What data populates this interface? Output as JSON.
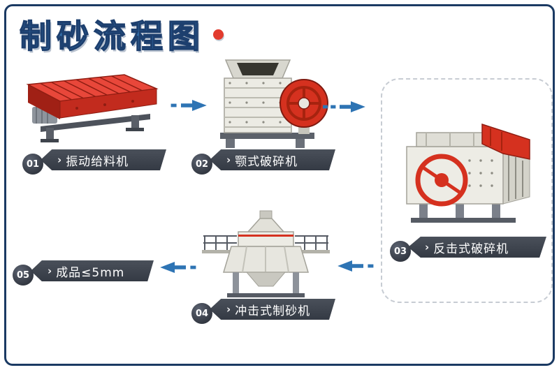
{
  "title": {
    "text": "制砂流程图"
  },
  "ui": {
    "banner_chevron": "›"
  },
  "steps": [
    {
      "num": "01",
      "label": "振动给料机"
    },
    {
      "num": "02",
      "label": "颚式破碎机"
    },
    {
      "num": "03",
      "label": "反击式破碎机"
    },
    {
      "num": "04",
      "label": "冲击式制砂机"
    },
    {
      "num": "05",
      "label": "成品≤5mm"
    }
  ],
  "flow": [
    {
      "from": "01",
      "to": "02"
    },
    {
      "from": "02",
      "to": "03"
    },
    {
      "from": "03",
      "to": "04"
    },
    {
      "from": "04",
      "to": "05"
    }
  ],
  "machines": [
    "vibrating-feeder",
    "jaw-crusher",
    "impact-crusher",
    "vsi-sand-maker"
  ],
  "colors": {
    "frame_navy": "#1b3a63",
    "title_blue": "#3472ae",
    "title_bullet_red": "#e23b2e",
    "arrow_blue": "#2e74b4",
    "banner_dark": "#3c424c",
    "machine_red": "#d5311f",
    "machine_gray": "#ecebe4",
    "dashed_box_gray": "#c7ccd3"
  }
}
